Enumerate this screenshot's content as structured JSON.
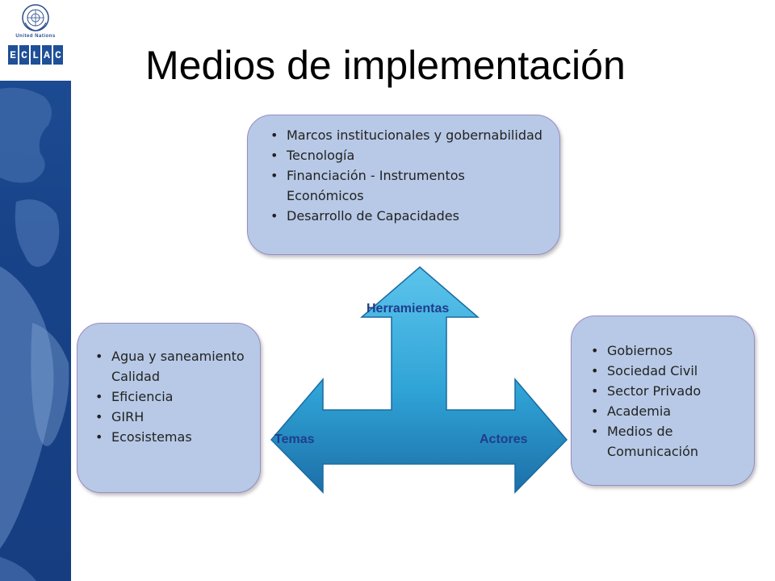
{
  "slide": {
    "title": "Medios de implementación"
  },
  "sidebar": {
    "org_name": "United Nations",
    "org_logo_letters": [
      "E",
      "C",
      "L",
      "A",
      "C"
    ]
  },
  "diagram": {
    "herramientas": {
      "label": "Herramientas",
      "items": [
        "Marcos institucionales y gobernabilidad",
        "Tecnología",
        "Financiación -  Instrumentos Económicos",
        "Desarrollo de Capacidades"
      ]
    },
    "temas": {
      "label": "Temas",
      "items": [
        "Agua y saneamiento Calidad",
        "Eficiencia",
        "GIRH",
        "Ecosistemas"
      ]
    },
    "actores": {
      "label": "Actores",
      "items": [
        "Gobiernos",
        "Sociedad Civil",
        "Sector Privado",
        "Academia",
        "Medios de Comunicación"
      ]
    }
  },
  "colors": {
    "box_fill": "#b7c9e6",
    "box_border": "#9a8cc4",
    "arrow_fill": "#2fa3d6",
    "label_text": "#1f3d8c",
    "sidebar_blue": "#1f4f97"
  }
}
